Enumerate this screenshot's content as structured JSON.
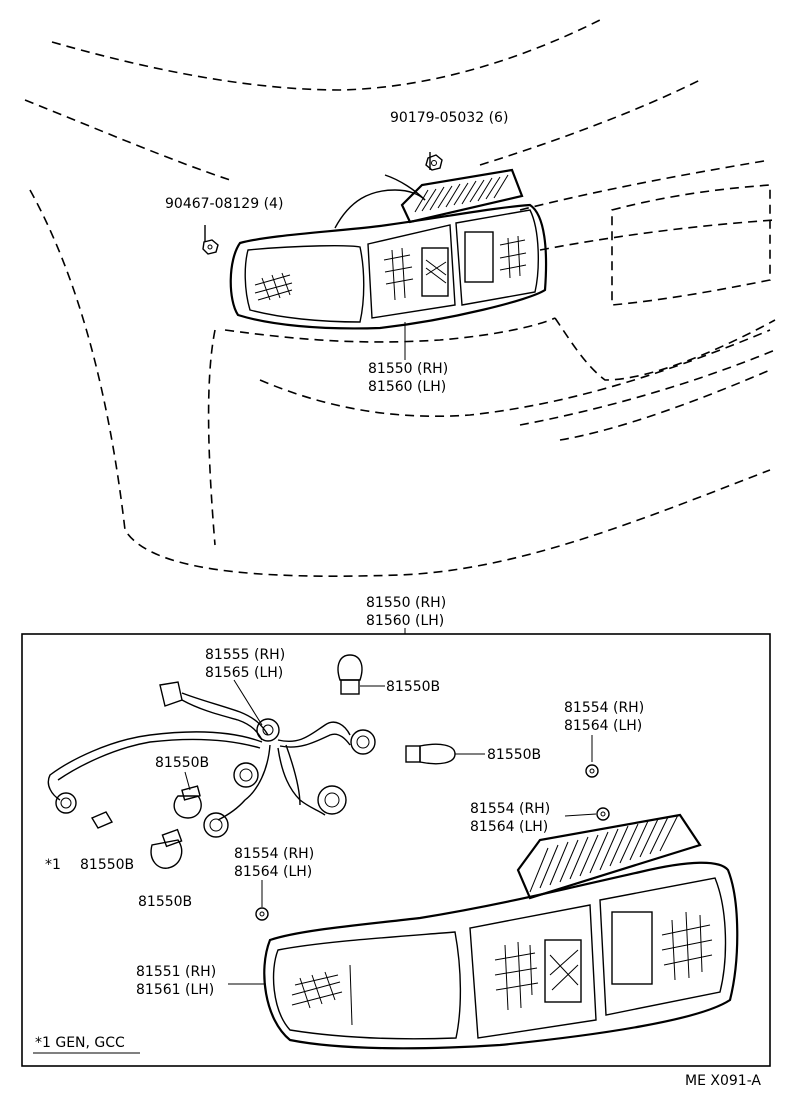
{
  "top_view": {
    "nut_label": "90179-05032 (6)",
    "screw_label": "90467-08129 (4)",
    "lamp_rh": "81550 (RH)",
    "lamp_lh": "81560 (LH)"
  },
  "box_title": {
    "rh": "81550 (RH)",
    "lh": "81560 (LH)"
  },
  "parts": {
    "socket_rh": "81555 (RH)",
    "socket_lh": "81565 (LH)",
    "bulb_a": "81550B",
    "bulb_b": "81550B",
    "bulb_c": "81550B",
    "bulb_d": "81550B",
    "bulb_e_prefix": "*1",
    "bulb_e": "81550B",
    "gasket_a_rh": "81554 (RH)",
    "gasket_a_lh": "81564 (LH)",
    "gasket_b_rh": "81554 (RH)",
    "gasket_b_lh": "81564 (LH)",
    "gasket_c_rh": "81554 (RH)",
    "gasket_c_lh": "81564 (LH)",
    "lens_rh": "81551 (RH)",
    "lens_lh": "81561 (LH)"
  },
  "footnote": "*1  GEN, GCC",
  "diagram_code": "ME X091-A"
}
